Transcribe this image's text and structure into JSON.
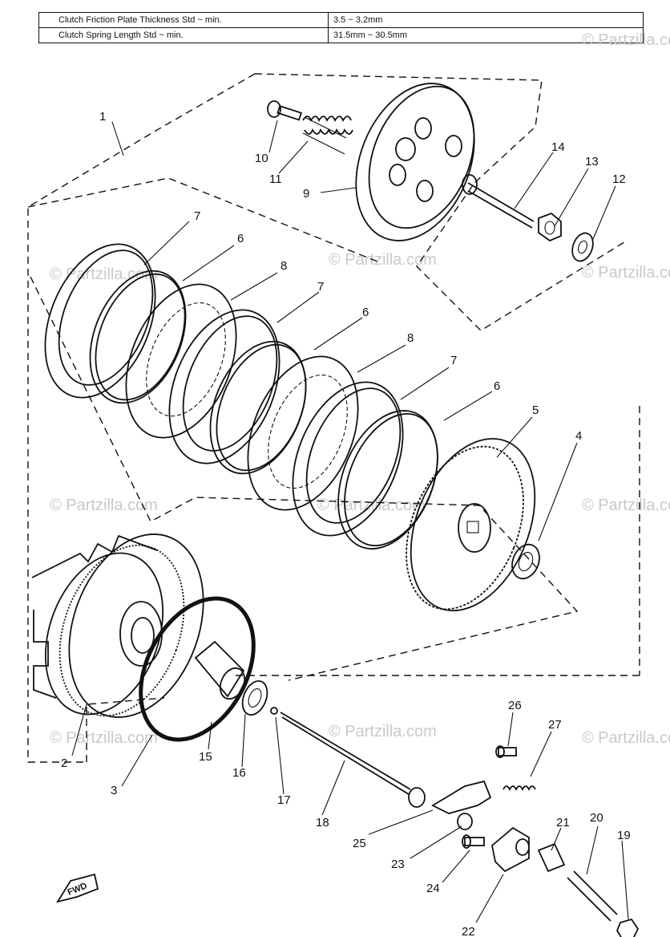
{
  "specs": [
    {
      "label": "Clutch Friction Plate Thickness Std ~ min.",
      "value": "3.5 ~ 3.2mm"
    },
    {
      "label": "Clutch Spring Length Std ~ min.",
      "value": "31.5mm ~ 30.5mm"
    }
  ],
  "callouts": {
    "n1": "1",
    "n2": "2",
    "n3": "3",
    "n4": "4",
    "n5": "5",
    "n6a": "6",
    "n6b": "6",
    "n6c": "6",
    "n7a": "7",
    "n7b": "7",
    "n7c": "7",
    "n8a": "8",
    "n8b": "8",
    "n9": "9",
    "n10": "10",
    "n11": "11",
    "n12": "12",
    "n13": "13",
    "n14": "14",
    "n15": "15",
    "n16": "16",
    "n17": "17",
    "n18": "18",
    "n19": "19",
    "n20": "20",
    "n21": "21",
    "n22": "22",
    "n23": "23",
    "n24": "24",
    "n25": "25",
    "n26": "26",
    "n27": "27"
  },
  "watermark": "© Partzilla.com",
  "fwd_label": "FWD"
}
